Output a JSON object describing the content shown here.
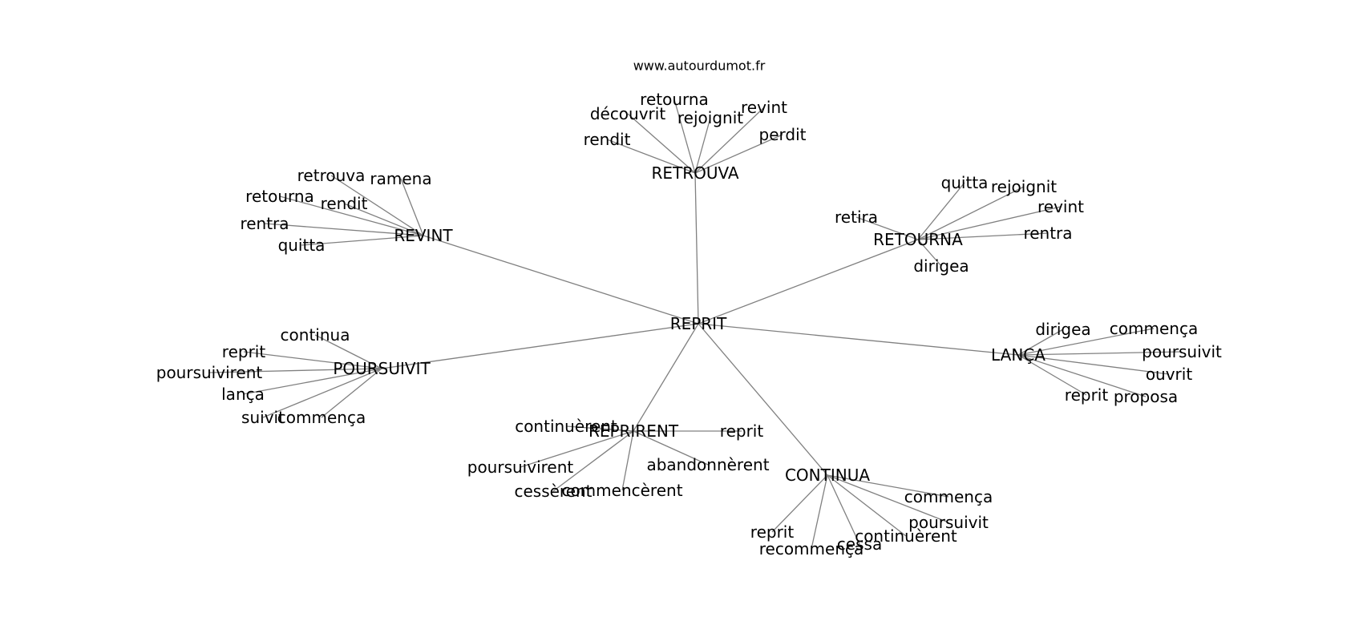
{
  "site": "www.autourdumot.fr",
  "root": "REPRIT",
  "clusters": [
    {
      "label": "RETROUVA",
      "children": [
        "découvrit",
        "retourna",
        "rejoignit",
        "revint",
        "rendit",
        "perdit"
      ]
    },
    {
      "label": "REVINT",
      "children": [
        "retrouva",
        "ramena",
        "retourna",
        "rendit",
        "rentra",
        "quitta"
      ]
    },
    {
      "label": "RETOURNA",
      "children": [
        "quitta",
        "rejoignit",
        "revint",
        "retira",
        "rentra",
        "dirigea"
      ]
    },
    {
      "label": "POURSUIVIT",
      "children": [
        "continua",
        "reprit",
        "poursuivirent",
        "lança",
        "suivit",
        "commença"
      ]
    },
    {
      "label": "LANÇA",
      "children": [
        "dirigea",
        "commença",
        "poursuivit",
        "ouvrit",
        "reprit",
        "proposa"
      ]
    },
    {
      "label": "REPRIRENT",
      "children": [
        "continuèrent",
        "reprit",
        "poursuivirent",
        "abandonnèrent",
        "cessèrent",
        "commencèrent"
      ]
    },
    {
      "label": "CONTINUA",
      "children": [
        "commença",
        "poursuivit",
        "reprit",
        "continuèrent",
        "cessa",
        "recommença"
      ]
    }
  ]
}
